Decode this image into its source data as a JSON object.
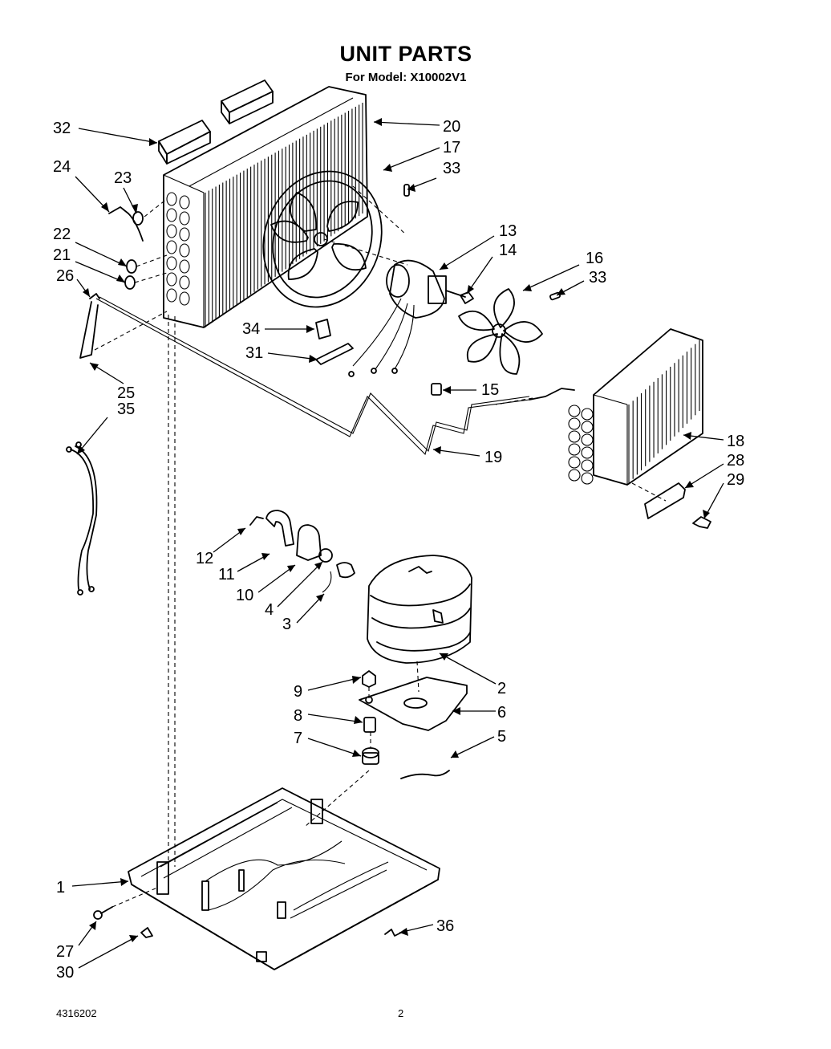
{
  "title": "UNIT PARTS",
  "subtitle": "For Model: X10002V1",
  "footer": {
    "doc_number": "4316202",
    "page_number": "2"
  },
  "callouts": [
    {
      "id": "c32",
      "label": "32",
      "part": "condenser-top-block"
    },
    {
      "id": "c20",
      "label": "20",
      "part": "condenser-coil"
    },
    {
      "id": "c17",
      "label": "17",
      "part": "fan-shroud"
    },
    {
      "id": "c24",
      "label": "24",
      "part": "tube"
    },
    {
      "id": "c23",
      "label": "23",
      "part": "clip"
    },
    {
      "id": "c33a",
      "label": "33",
      "part": "screw"
    },
    {
      "id": "c13",
      "label": "13",
      "part": "fan-motor"
    },
    {
      "id": "c14",
      "label": "14",
      "part": "nut"
    },
    {
      "id": "c22",
      "label": "22",
      "part": "clip"
    },
    {
      "id": "c21",
      "label": "21",
      "part": "clip"
    },
    {
      "id": "c26",
      "label": "26",
      "part": "tube-end"
    },
    {
      "id": "c16",
      "label": "16",
      "part": "blower-wheel"
    },
    {
      "id": "c33b",
      "label": "33",
      "part": "screw"
    },
    {
      "id": "c34",
      "label": "34",
      "part": "bracket"
    },
    {
      "id": "c31",
      "label": "31",
      "part": "strap"
    },
    {
      "id": "c25",
      "label": "25",
      "part": "tube"
    },
    {
      "id": "c15",
      "label": "15",
      "part": "clip"
    },
    {
      "id": "c35",
      "label": "35",
      "part": "wire-harness"
    },
    {
      "id": "c19",
      "label": "19",
      "part": "capillary-tube"
    },
    {
      "id": "c18",
      "label": "18",
      "part": "evaporator-coil"
    },
    {
      "id": "c28",
      "label": "28",
      "part": "bracket"
    },
    {
      "id": "c29",
      "label": "29",
      "part": "clip"
    },
    {
      "id": "c12",
      "label": "12",
      "part": "clip"
    },
    {
      "id": "c11",
      "label": "11",
      "part": "cover"
    },
    {
      "id": "c10",
      "label": "10",
      "part": "gasket"
    },
    {
      "id": "c4",
      "label": "4",
      "part": "overload"
    },
    {
      "id": "c3",
      "label": "3",
      "part": "relay"
    },
    {
      "id": "c2",
      "label": "2",
      "part": "compressor"
    },
    {
      "id": "c9",
      "label": "9",
      "part": "nut"
    },
    {
      "id": "c8",
      "label": "8",
      "part": "spacer"
    },
    {
      "id": "c6",
      "label": "6",
      "part": "mount-plate"
    },
    {
      "id": "c7",
      "label": "7",
      "part": "grommet"
    },
    {
      "id": "c5",
      "label": "5",
      "part": "wire"
    },
    {
      "id": "c1",
      "label": "1",
      "part": "base-pan"
    },
    {
      "id": "c36",
      "label": "36",
      "part": "clip"
    },
    {
      "id": "c27",
      "label": "27",
      "part": "screw"
    },
    {
      "id": "c30",
      "label": "30",
      "part": "clip"
    }
  ]
}
